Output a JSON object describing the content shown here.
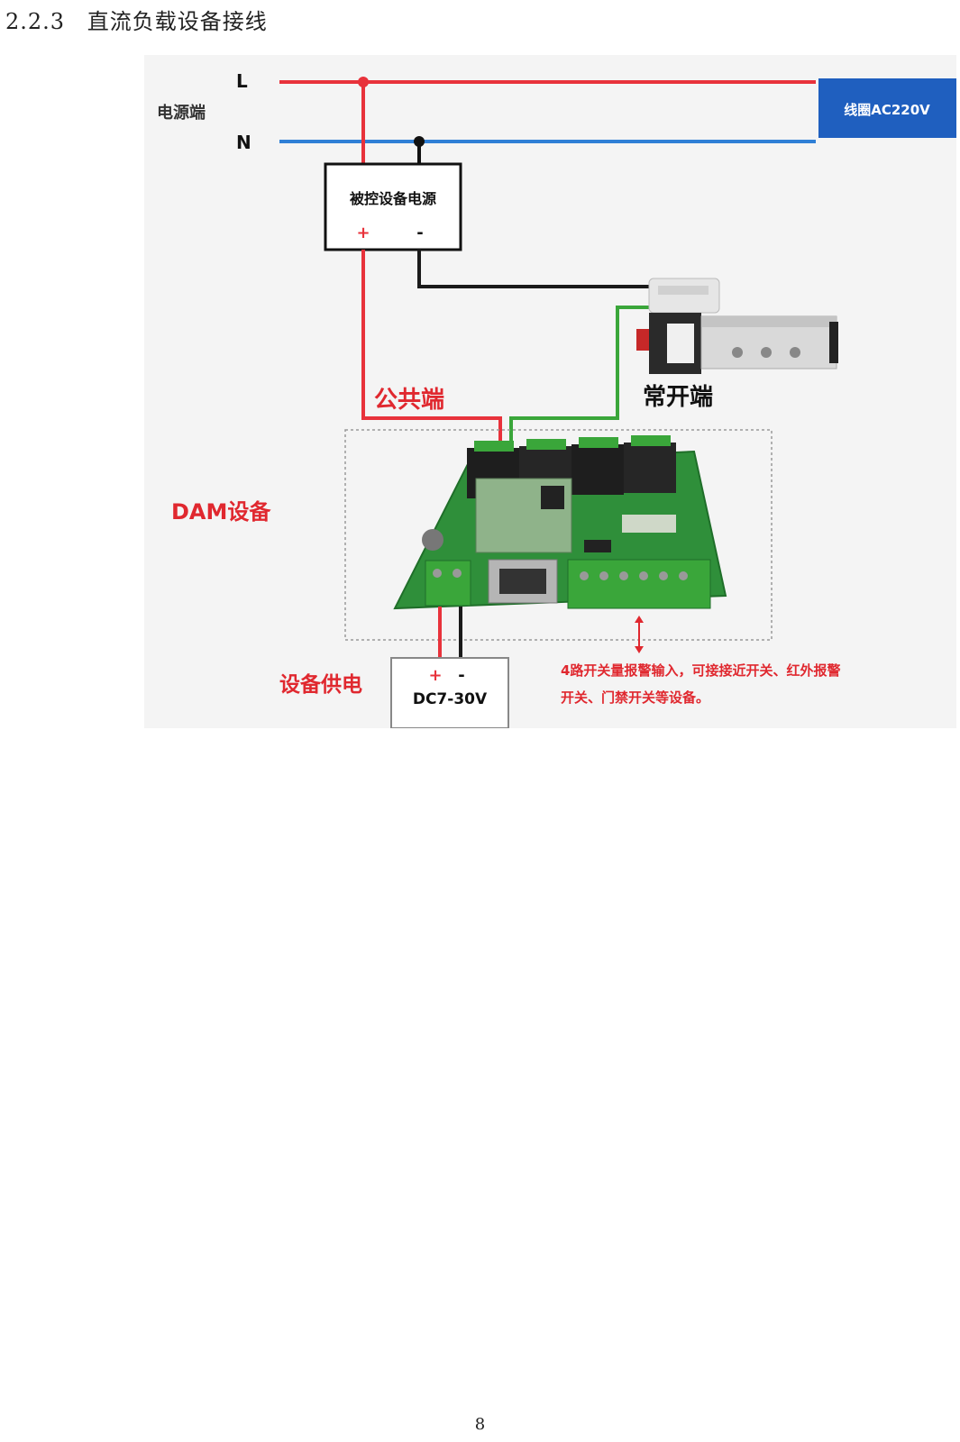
{
  "section": {
    "number": "2.2.3",
    "title": "直流负载设备接线"
  },
  "diagram": {
    "line_L": "L",
    "line_N": "N",
    "power_side_label": "电源端",
    "supply_badge": "线圈AC220V",
    "controlled_power_box": {
      "title": "被控设备电源",
      "plus": "+",
      "minus": "-"
    },
    "common_terminal_label": "公共端",
    "normally_open_label": "常开端",
    "dam_device_label": "DAM设备",
    "device_power_label": "设备供电",
    "dc_box": {
      "plus": "+",
      "minus": "-",
      "range": "DC7-30V"
    },
    "input_note_line1": "4路开关量报警输入，可接接近开关、红外报警",
    "input_note_line2": "开关、门禁开关等设备。"
  },
  "colors": {
    "live_wire": "#e8323b",
    "neutral_wire": "#2f7fd6",
    "ground_wire": "#1a1a1a",
    "signal_wire": "#3aa63a",
    "badge_blue": "#1f5fbf",
    "label_red": "#e0282f",
    "pcb_green": "#2f8f3a"
  },
  "footer": {
    "page_number": "8"
  }
}
